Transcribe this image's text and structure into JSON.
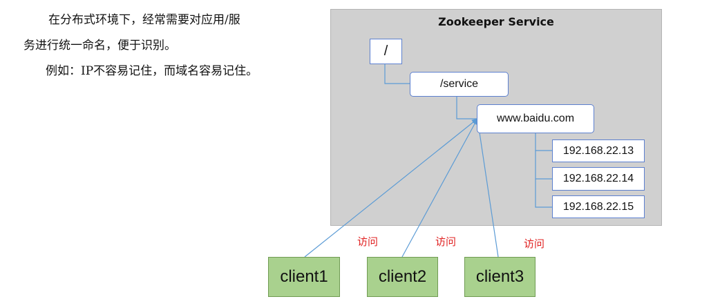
{
  "intro": {
    "line1": "在分布式环境下，经常需要对应用/服",
    "line2": "务进行统一命名，便于识别。",
    "line3": "例如：IP不容易记住，而域名容易记住。"
  },
  "diagram": {
    "title": "Zookeeper Service",
    "nodes": {
      "root": "/",
      "service": "/service",
      "domain": "www.baidu.com",
      "ips": [
        "192.168.22.13",
        "192.168.22.14",
        "192.168.22.15"
      ]
    },
    "clients": [
      "client1",
      "client2",
      "client3"
    ],
    "visit_labels": [
      "访问",
      "访问",
      "访问"
    ],
    "colors": {
      "panel": "#d0d0d0",
      "node_border": "#5b7fcf",
      "client_fill": "#a9d18e",
      "visit_text": "#e02020",
      "link": "#5b9bd5"
    }
  }
}
